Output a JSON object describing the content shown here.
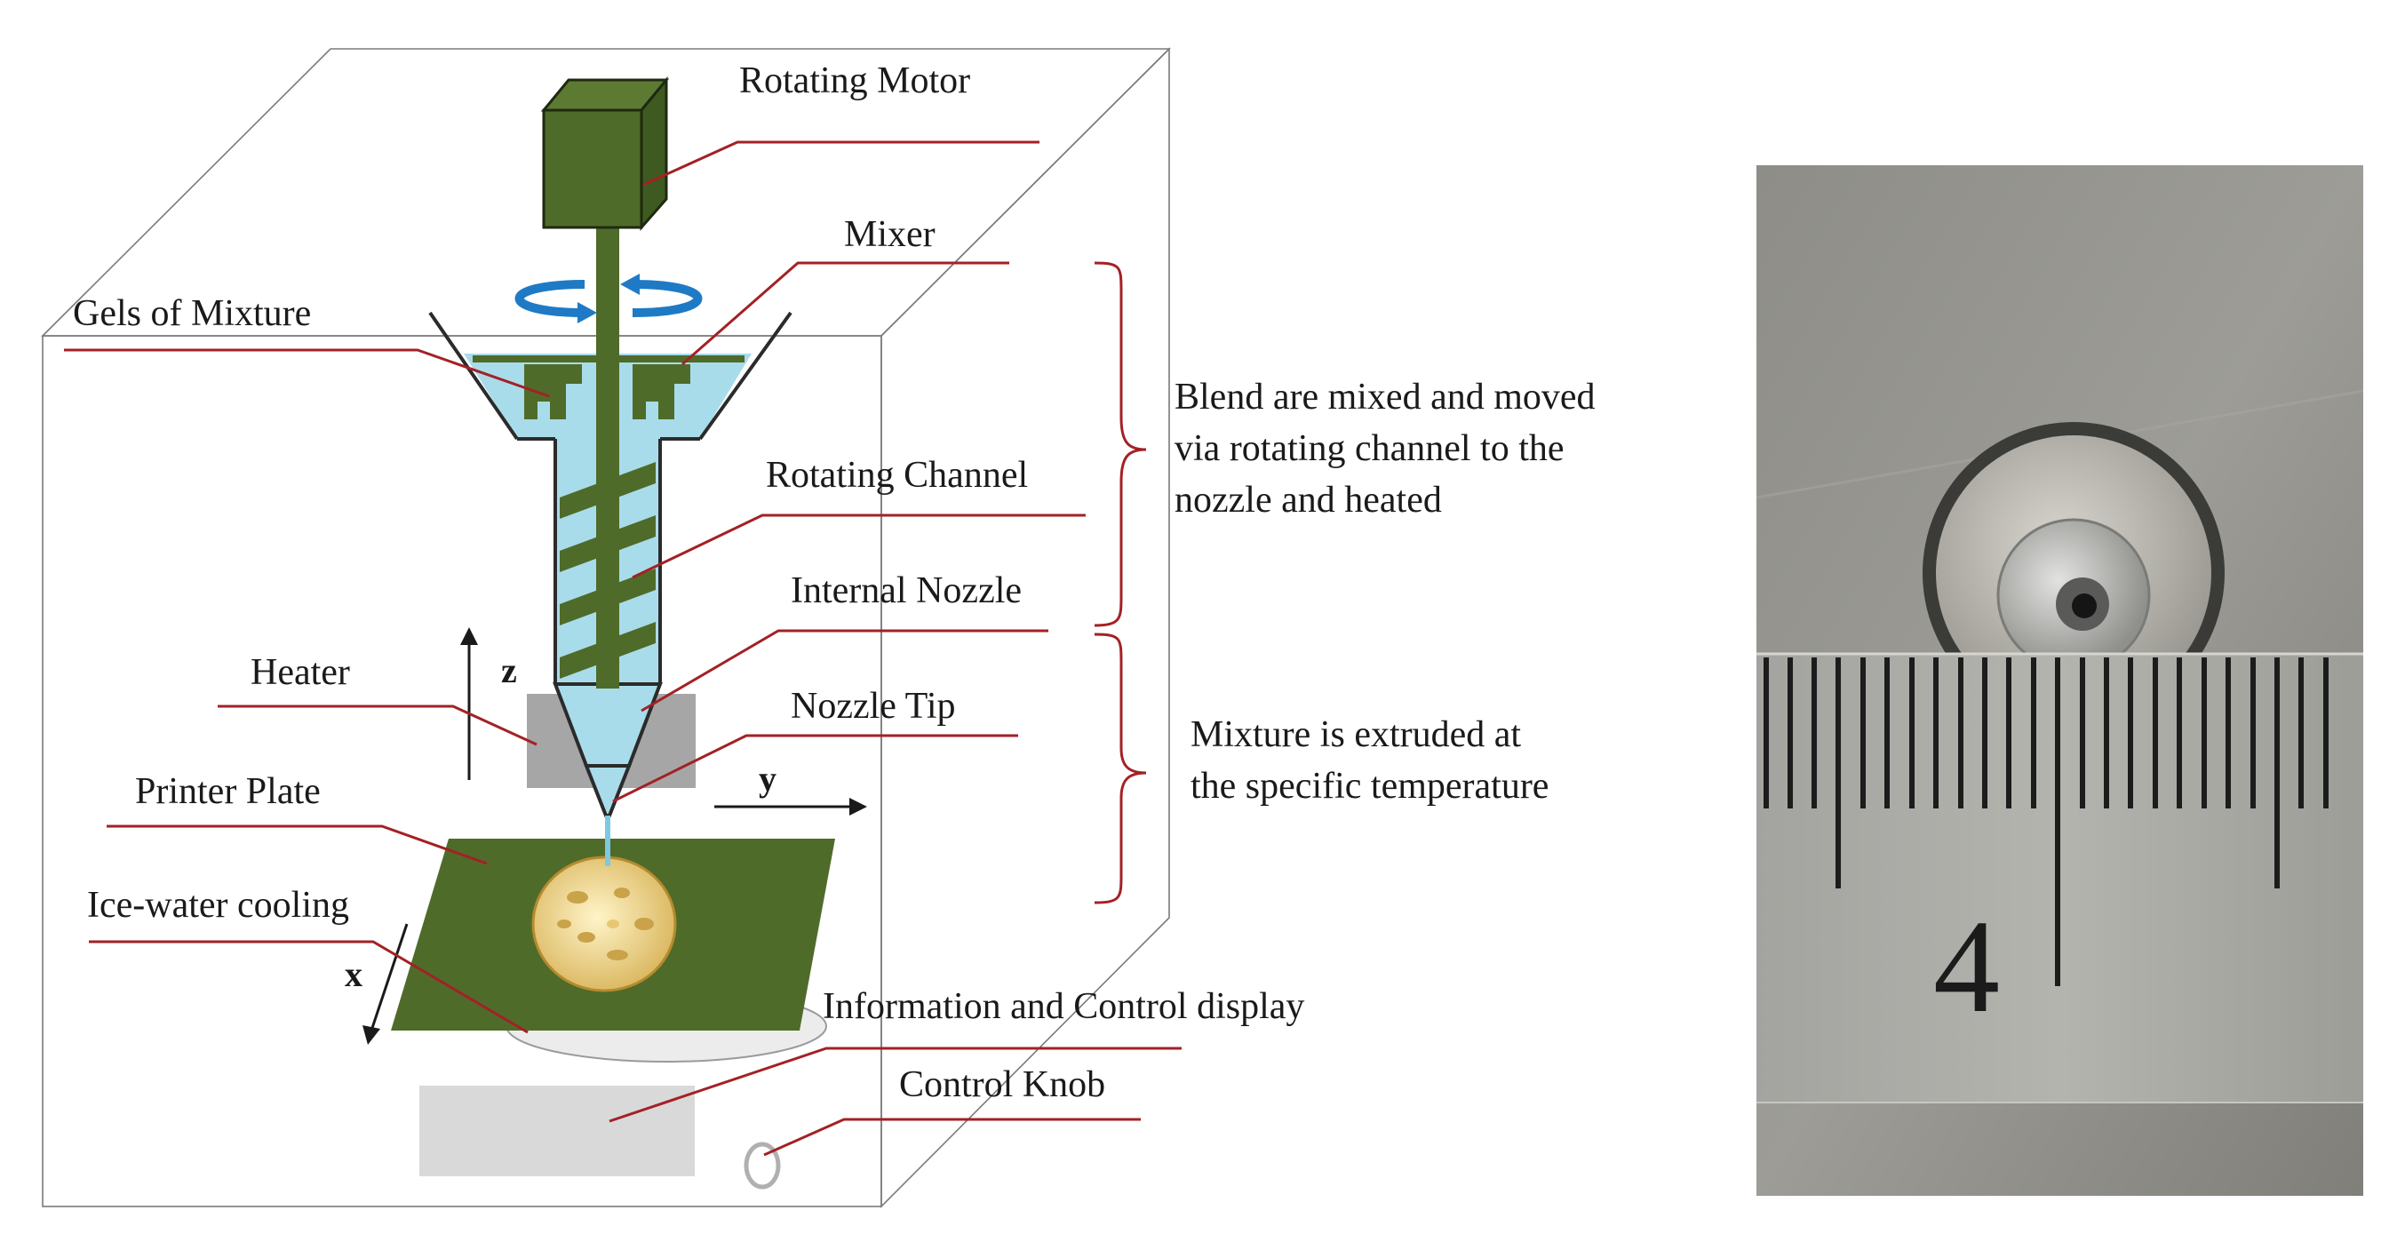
{
  "labels": {
    "rotating_motor": "Rotating Motor",
    "mixer": "Mixer",
    "gels_of_mixture": "Gels of Mixture",
    "rotating_channel": "Rotating Channel",
    "internal_nozzle": "Internal Nozzle",
    "heater": "Heater",
    "nozzle_tip": "Nozzle Tip",
    "printer_plate": "Printer Plate",
    "ice_water_cooling": "Ice-water cooling",
    "info_control_display": "Information and Control display",
    "control_knob": "Control Knob"
  },
  "axes": {
    "x": "x",
    "y": "y",
    "z": "z"
  },
  "notes": {
    "blend_lines": [
      "Blend are mixed and moved",
      "via rotating channel to the",
      "nozzle  and heated"
    ],
    "extrude_lines": [
      "Mixture is extruded at",
      "the specific temperature"
    ]
  },
  "photo": {
    "ruler_number": "4"
  },
  "colors": {
    "component_green": "#4f6b2a",
    "liquid_blue": "#a9dcea",
    "rotation_arrow": "#1f7ac6",
    "leader_red": "#a32125",
    "heater_gray": "#a6a6a6",
    "display_gray": "#d9d9d9"
  }
}
